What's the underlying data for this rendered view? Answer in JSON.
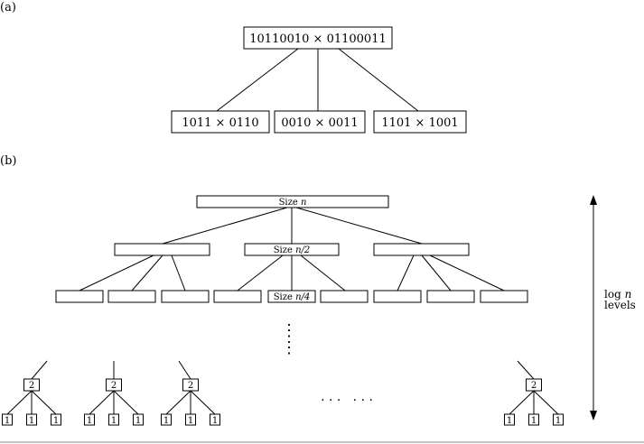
{
  "part_a": {
    "label": "(a)",
    "root": "10110010 × 01100011",
    "children": [
      "1011 × 0110",
      "0010 × 0011",
      "1101 × 1001"
    ]
  },
  "part_b": {
    "label": "(b)",
    "root": {
      "prefix": "Size ",
      "var": "n"
    },
    "level2_middle": {
      "prefix": "Size ",
      "var": "n/2"
    },
    "level3_middle": {
      "prefix": "Size ",
      "var": "n/4"
    },
    "vertical_dots": "⋮",
    "horizontal_dots": "· · ·   · · ·",
    "leaf_parent_value": "2",
    "leaf_value": "1",
    "levels_log": "log ",
    "levels_var": "n",
    "levels_word": "levels"
  }
}
